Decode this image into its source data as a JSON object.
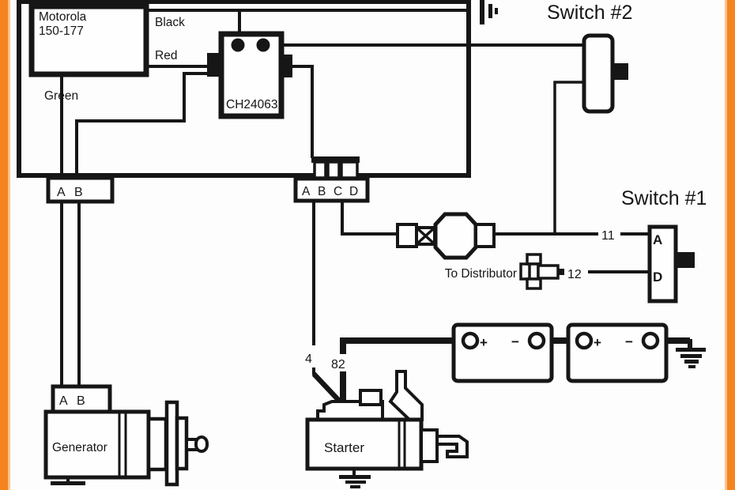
{
  "diagram": {
    "regulator": {
      "line1": "Motorola",
      "line2": "150-177"
    },
    "wire_labels": {
      "black": "Black",
      "red": "Red",
      "green": "Green"
    },
    "module": {
      "label": "CH24063"
    },
    "switch2": {
      "title": "Switch #2"
    },
    "switch1": {
      "title": "Switch #1",
      "terminal_a": "A",
      "terminal_d": "D",
      "wire_11": "11",
      "wire_12": "12"
    },
    "distributor": {
      "label": "To Distributor"
    },
    "connector_ab": {
      "letters": [
        "A",
        "B"
      ]
    },
    "connector_abcd": {
      "letters": [
        "A",
        "B",
        "C",
        "D"
      ]
    },
    "generator": {
      "label": "Generator",
      "letters": [
        "A",
        "B"
      ]
    },
    "starter": {
      "label": "Starter",
      "wire_4": "4",
      "wire_82": "82"
    },
    "battery1": {
      "plus": "+",
      "minus": "−"
    },
    "battery2": {
      "plus": "+",
      "minus": "−"
    }
  },
  "colors": {
    "line_black": "#161616",
    "background": "#fdfdfd",
    "accent_orange": "#F5831F",
    "accent_orange_light": "#FBC38D"
  }
}
